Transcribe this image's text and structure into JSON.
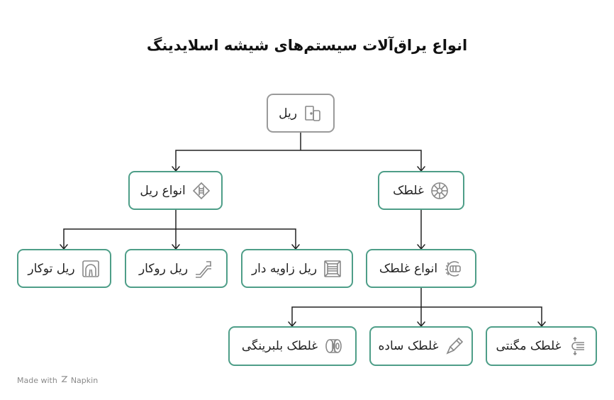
{
  "title": "انواع یراق‌آلات سیستم‌های شیشه اسلایدینگ",
  "nodes": {
    "root": {
      "label": "ریل",
      "icon": "door-phone-icon"
    },
    "rail_types": {
      "label": "انواع ریل",
      "icon": "rail-ladder-icon"
    },
    "roller": {
      "label": "غلطک",
      "icon": "wheel-icon"
    },
    "roller_types": {
      "label": "انواع غلطک",
      "icon": "gear-roller-icon"
    },
    "rail_inner": {
      "label": "ریل توکار",
      "icon": "tunnel-icon"
    },
    "rail_top": {
      "label": "ریل روکار",
      "icon": "escalator-icon"
    },
    "rail_angle": {
      "label": "ریل زاویه دار",
      "icon": "frame-icon"
    },
    "roller_bearing": {
      "label": "غلطک بلبرینگی",
      "icon": "bearing-icon"
    },
    "roller_simple": {
      "label": "غلطک ساده",
      "icon": "pen-roller-icon"
    },
    "roller_magnetic": {
      "label": "غلطک مگنتی",
      "icon": "magnet-icon"
    }
  },
  "footer": {
    "made_with": "Made with",
    "brand": "Napkin"
  },
  "colors": {
    "node_border": "#4e9e88",
    "root_border": "#9a9a9a",
    "edge": "#222222"
  }
}
